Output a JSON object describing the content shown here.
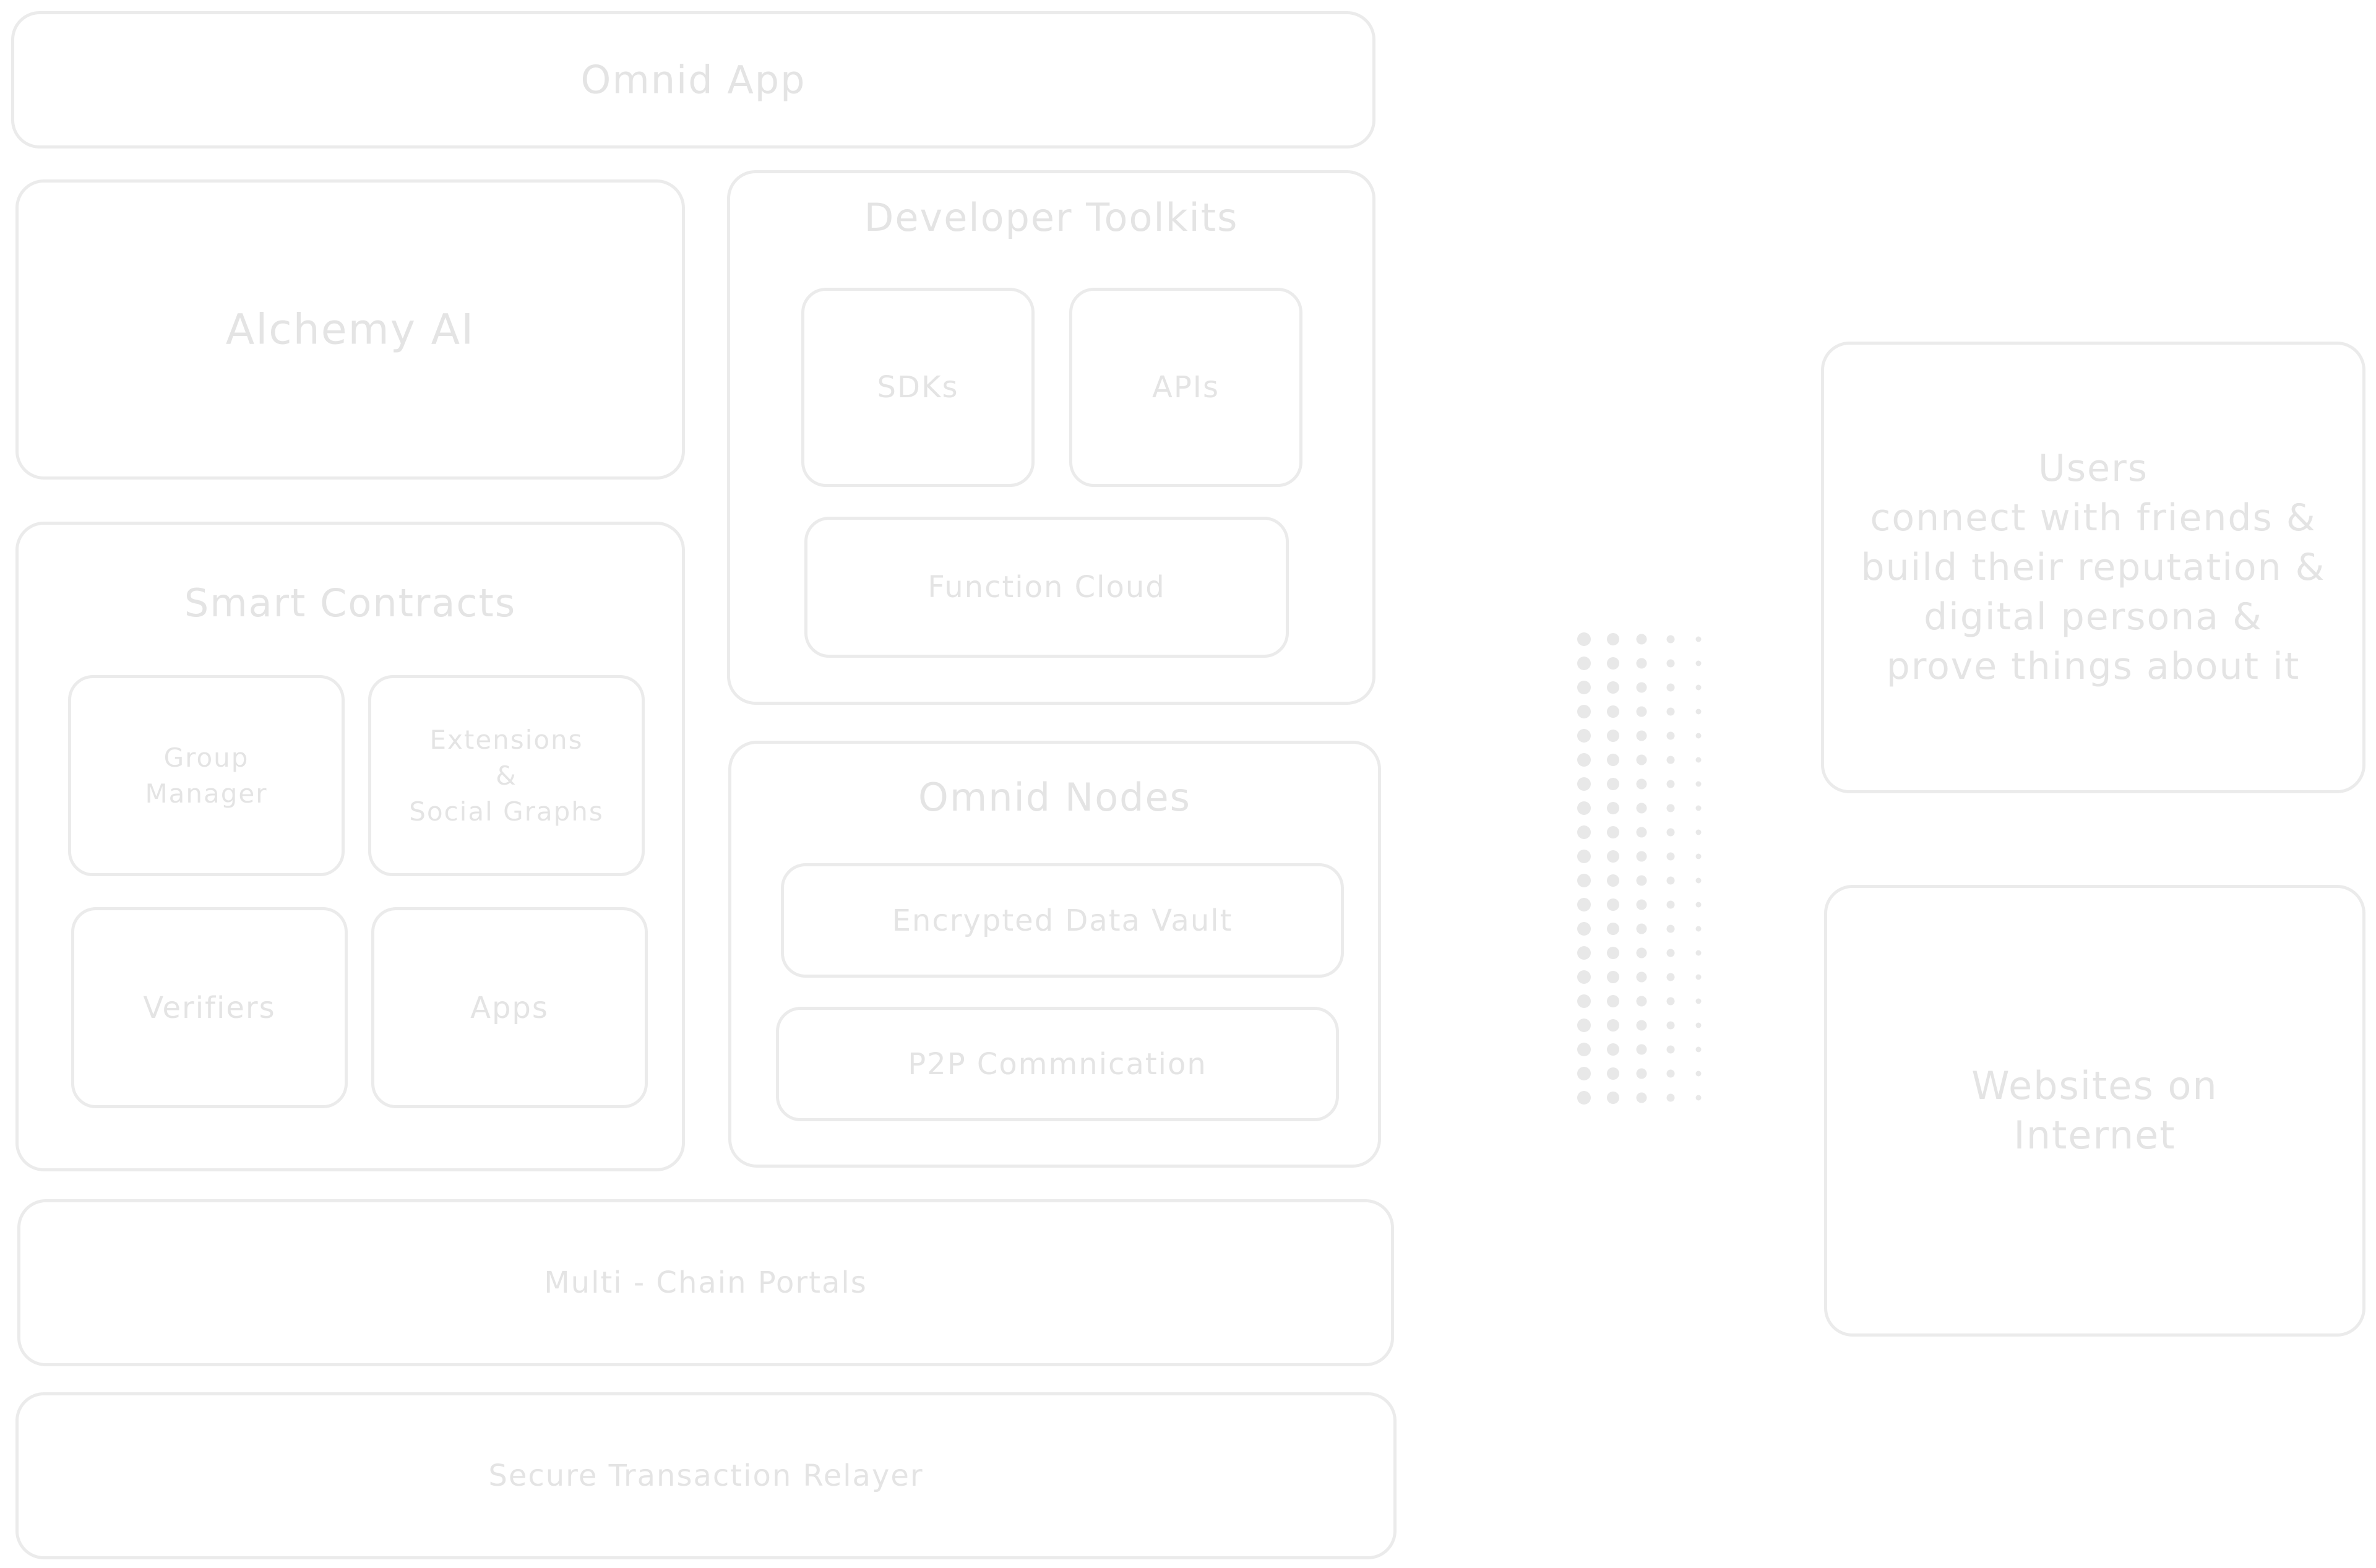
{
  "diagram": {
    "omnid_app": "Omnid App",
    "alchemy_ai": "Alchemy AI",
    "developer_toolkits": {
      "title": "Developer Toolkits",
      "sdks": "SDKs",
      "apis": "APIs",
      "function_cloud": "Function Cloud"
    },
    "smart_contracts": {
      "title": "Smart Contracts",
      "group_manager": "Group\nManager",
      "extensions": "Extensions\n&\nSocial Graphs",
      "verifiers": "Verifiers",
      "apps": "Apps"
    },
    "omnid_nodes": {
      "title": "Omnid Nodes",
      "data_vault": "Encrypted Data Vault",
      "p2p": "P2P Commnication"
    },
    "multi_chain": "Multi - Chain Portals",
    "relayer": "Secure Transaction Relayer",
    "users": "Users\nconnect with friends &\nbuild their reputation &\ndigital persona &\nprove things about it",
    "websites": "Websites on\nInternet"
  },
  "colors": {
    "stroke": "#ebebeb",
    "text": "#e4e4e4",
    "dots": "#e8e8e8"
  }
}
